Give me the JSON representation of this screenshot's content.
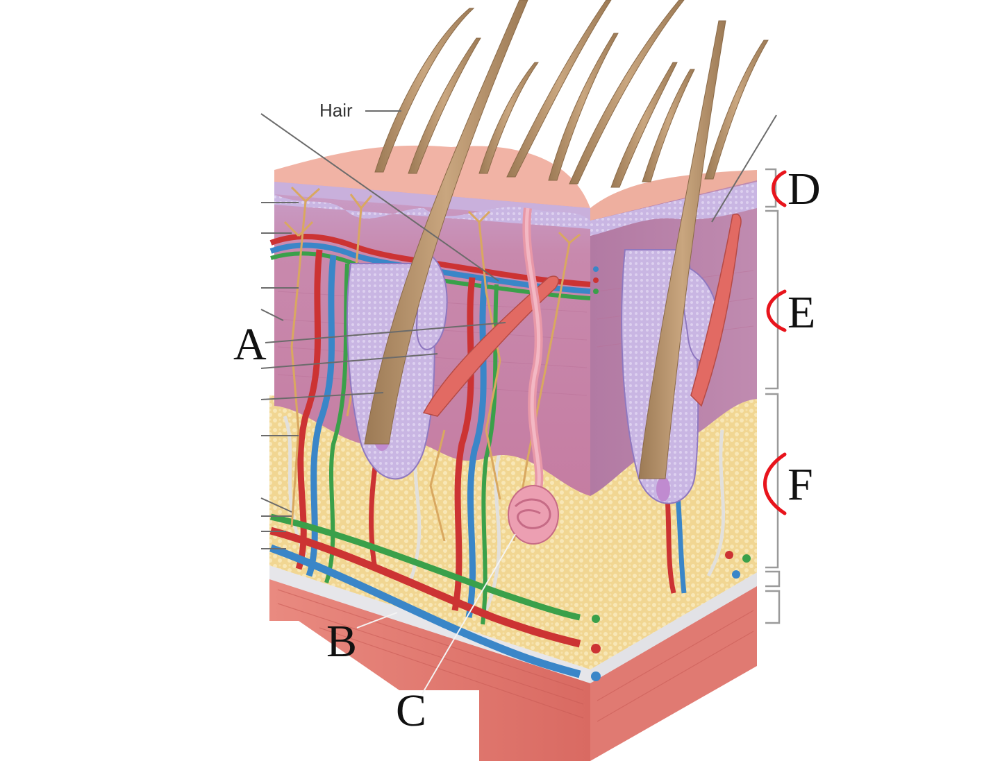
{
  "labels": {
    "hair": "Hair",
    "A": "A",
    "B": "B",
    "C": "C",
    "D": "D",
    "E": "E",
    "F": "F"
  },
  "colors": {
    "epidermis": "#f2b9a8",
    "dermis": "#c98aa8",
    "hypodermis": "#f1d590",
    "muscle": "#e27a72",
    "hair_shaft": "#b7926b",
    "artery": "#cc3333",
    "vein": "#3a86c8",
    "nerve": "#3aa04a",
    "accent_bracket": "#e8141c"
  }
}
